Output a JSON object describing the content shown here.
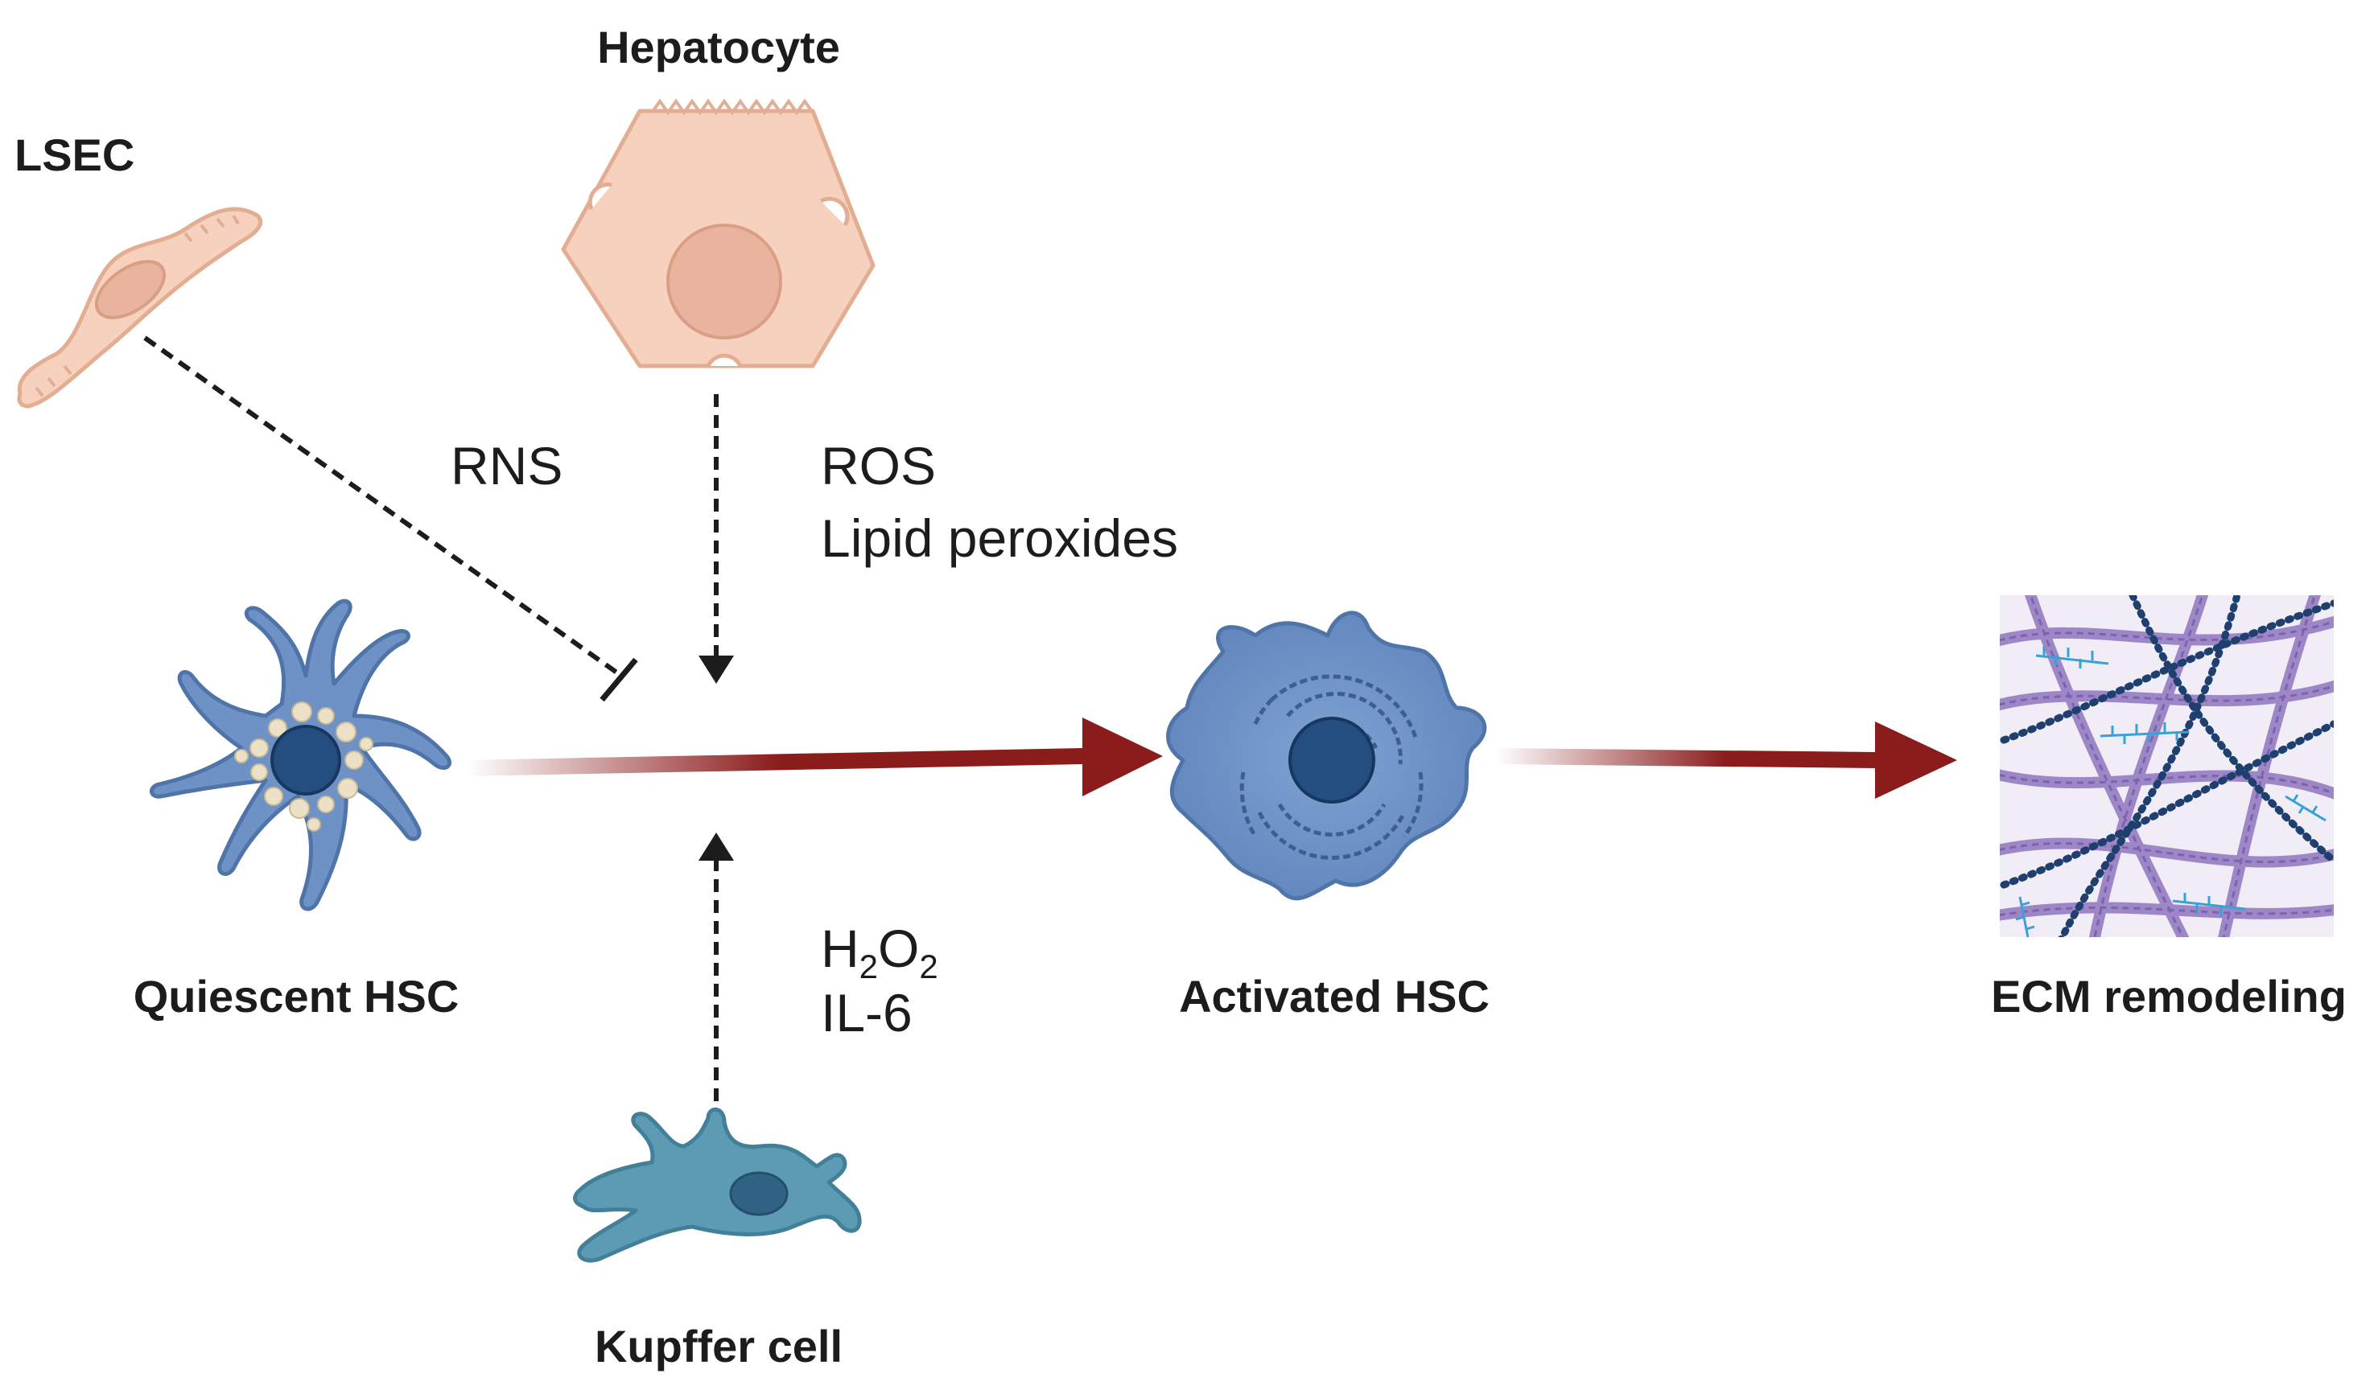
{
  "cells": {
    "hepatocyte": "Hepatocyte",
    "lsec": "LSEC",
    "quiescent_hsc": "Quiescent HSC",
    "activated_hsc": "Activated HSC",
    "ecm": "ECM remodeling",
    "kupffer": "Kupffer cell"
  },
  "signals": {
    "rns": "RNS",
    "ros": "ROS",
    "lipid": "Lipid peroxides",
    "h2o2_base_h": "H",
    "h2o2_sub1": "2",
    "h2o2_base_o": "O",
    "h2o2_sub2": "2",
    "il6": "IL-6"
  },
  "colors": {
    "main_arrow": "#8b1c1c",
    "hepatocyte_fill": "#f6d1be",
    "lsec_fill": "#f6d1be",
    "hsc_fill": "#6f92c6",
    "nucleus": "#244d80",
    "kupffer_fill": "#5d9ab4",
    "collagen": "#9a82c4",
    "ecm_bg": "#f1edf7"
  },
  "edges": [
    {
      "from": "LSEC",
      "to": "HSC activation",
      "type": "inhibition",
      "style": "dashed"
    },
    {
      "from": "Hepatocyte",
      "to": "HSC activation",
      "type": "activation",
      "style": "dashed"
    },
    {
      "from": "Kupffer cell",
      "to": "HSC activation",
      "type": "activation",
      "style": "dashed"
    },
    {
      "from": "Quiescent HSC",
      "to": "Activated HSC",
      "type": "activation",
      "style": "solid"
    },
    {
      "from": "Activated HSC",
      "to": "ECM remodeling",
      "type": "activation",
      "style": "solid"
    }
  ]
}
